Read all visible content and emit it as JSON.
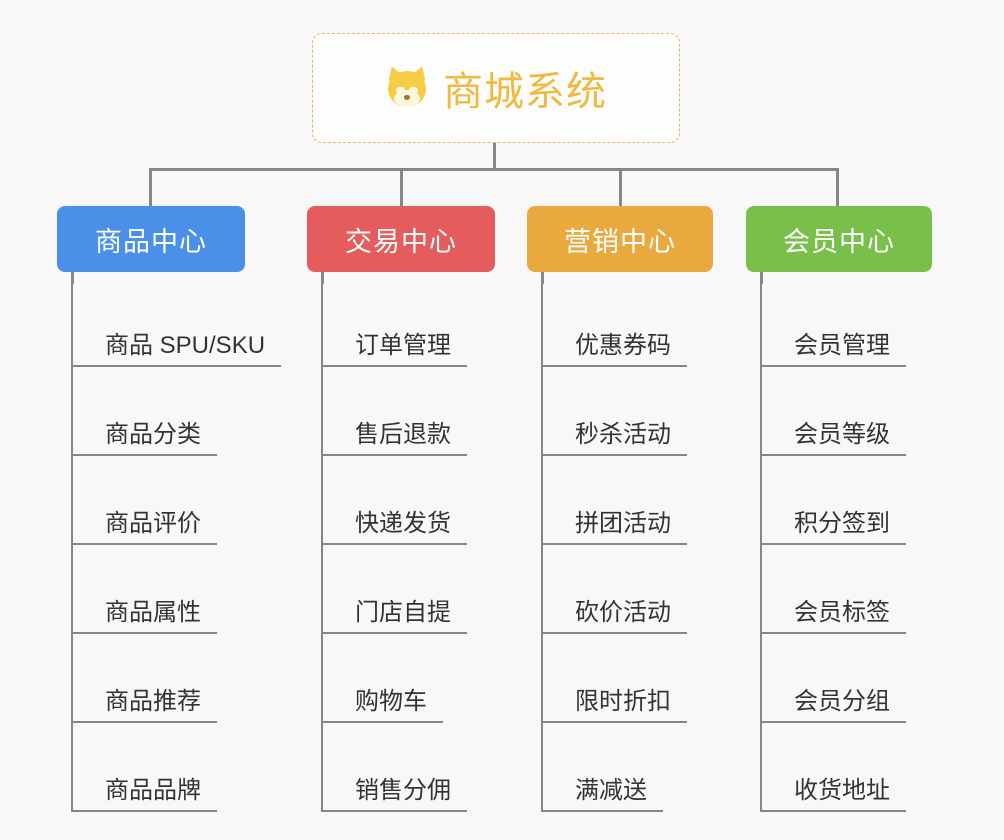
{
  "canvas": {
    "background": "#f8f8f8",
    "connector_color": "#868686"
  },
  "root": {
    "title": "商城系统",
    "icon": "shiba-dog-face-icon",
    "emoji": "🐶",
    "border_color": "#e8b65c",
    "text_color": "#f0b93f"
  },
  "branches": [
    {
      "id": "product-center",
      "label": "商品中心",
      "color": "#4a90e8",
      "items": [
        "商品 SPU/SKU",
        "商品分类",
        "商品评价",
        "商品属性",
        "商品推荐",
        "商品品牌"
      ]
    },
    {
      "id": "trade-center",
      "label": "交易中心",
      "color": "#e55c5c",
      "items": [
        "订单管理",
        "售后退款",
        "快递发货",
        "门店自提",
        "购物车",
        "销售分佣"
      ]
    },
    {
      "id": "marketing-center",
      "label": "营销中心",
      "color": "#eaa93f",
      "items": [
        "优惠券码",
        "秒杀活动",
        "拼团活动",
        "砍价活动",
        "限时折扣",
        "满减送"
      ]
    },
    {
      "id": "member-center",
      "label": "会员中心",
      "color": "#79c04a",
      "items": [
        "会员管理",
        "会员等级",
        "积分签到",
        "会员标签",
        "会员分组",
        "收货地址"
      ]
    }
  ]
}
